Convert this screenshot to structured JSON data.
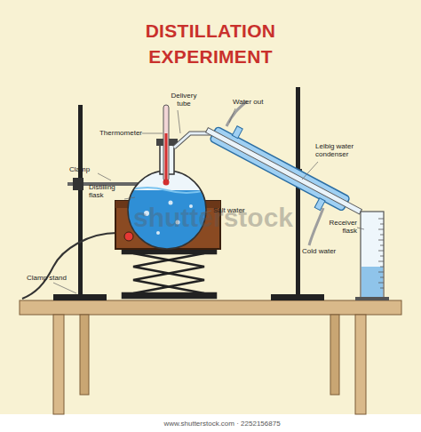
{
  "diagram": {
    "title": "DISTILLATION EXPERIMENT",
    "labels": [
      "Thermometer",
      "Delivery tube",
      "Water out",
      "Clamp",
      "Leibig water condenser",
      "Distilling flask",
      "Salt water",
      "Receiver flask",
      "Cold water",
      "Clamp stand",
      "shutterstock",
      "www.shutterstock.com · 2252156875"
    ]
  }
}
